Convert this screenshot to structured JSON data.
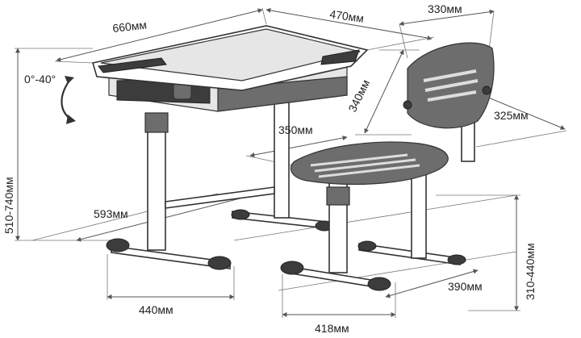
{
  "dimensions": {
    "desk_width": "660мм",
    "desk_depth": "470мм",
    "tilt_range": "0°-40°",
    "desk_height_range": "510-740мм",
    "desk_base_depth": "593мм",
    "desk_base_width": "440мм",
    "backrest_width": "330мм",
    "backrest_height": "340мм",
    "seat_depth": "325мм",
    "seat_width": "350мм",
    "chair_height_range": "310-440мм",
    "chair_base_depth": "390мм",
    "chair_base_width": "418мм"
  }
}
